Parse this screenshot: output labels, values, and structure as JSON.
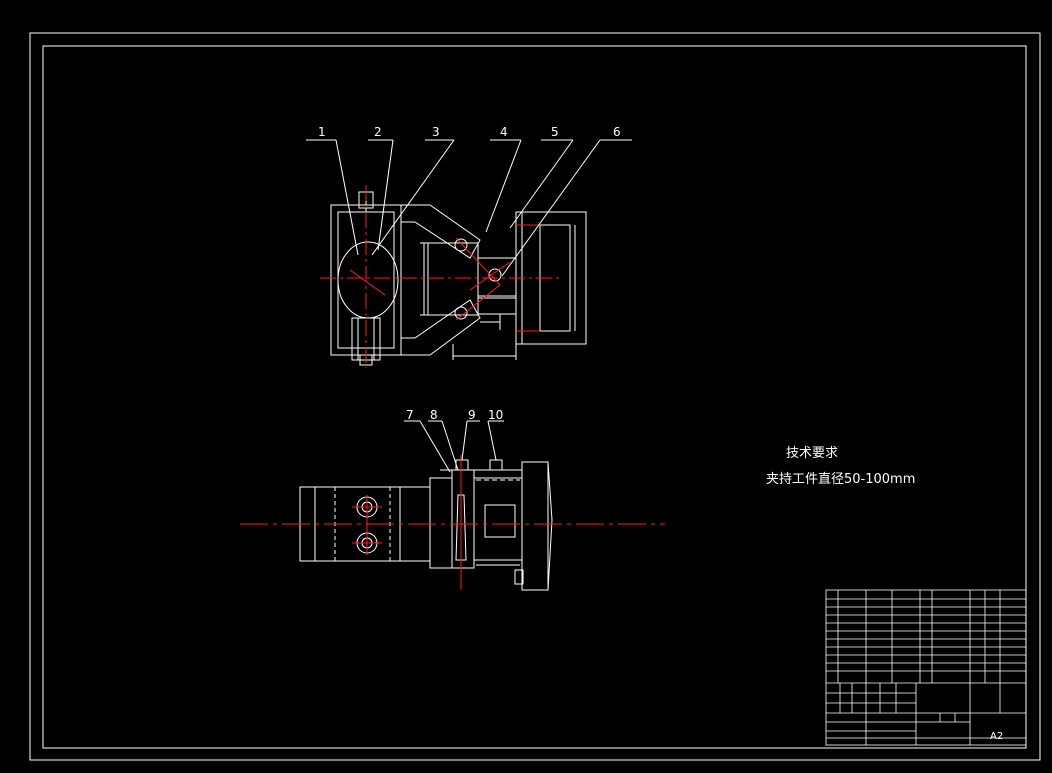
{
  "technical_requirements": {
    "title": "技术要求",
    "text": "夹持工件直径50-100mm"
  },
  "part_callouts": [
    "1",
    "2",
    "3",
    "4",
    "5",
    "6",
    "7",
    "8",
    "9",
    "10"
  ],
  "title_block": {
    "sheet_size": "A2"
  },
  "colors": {
    "background": "#000000",
    "lines": "#ffffff",
    "centerline": "#ff1a1a",
    "leader": "#ffffff"
  }
}
